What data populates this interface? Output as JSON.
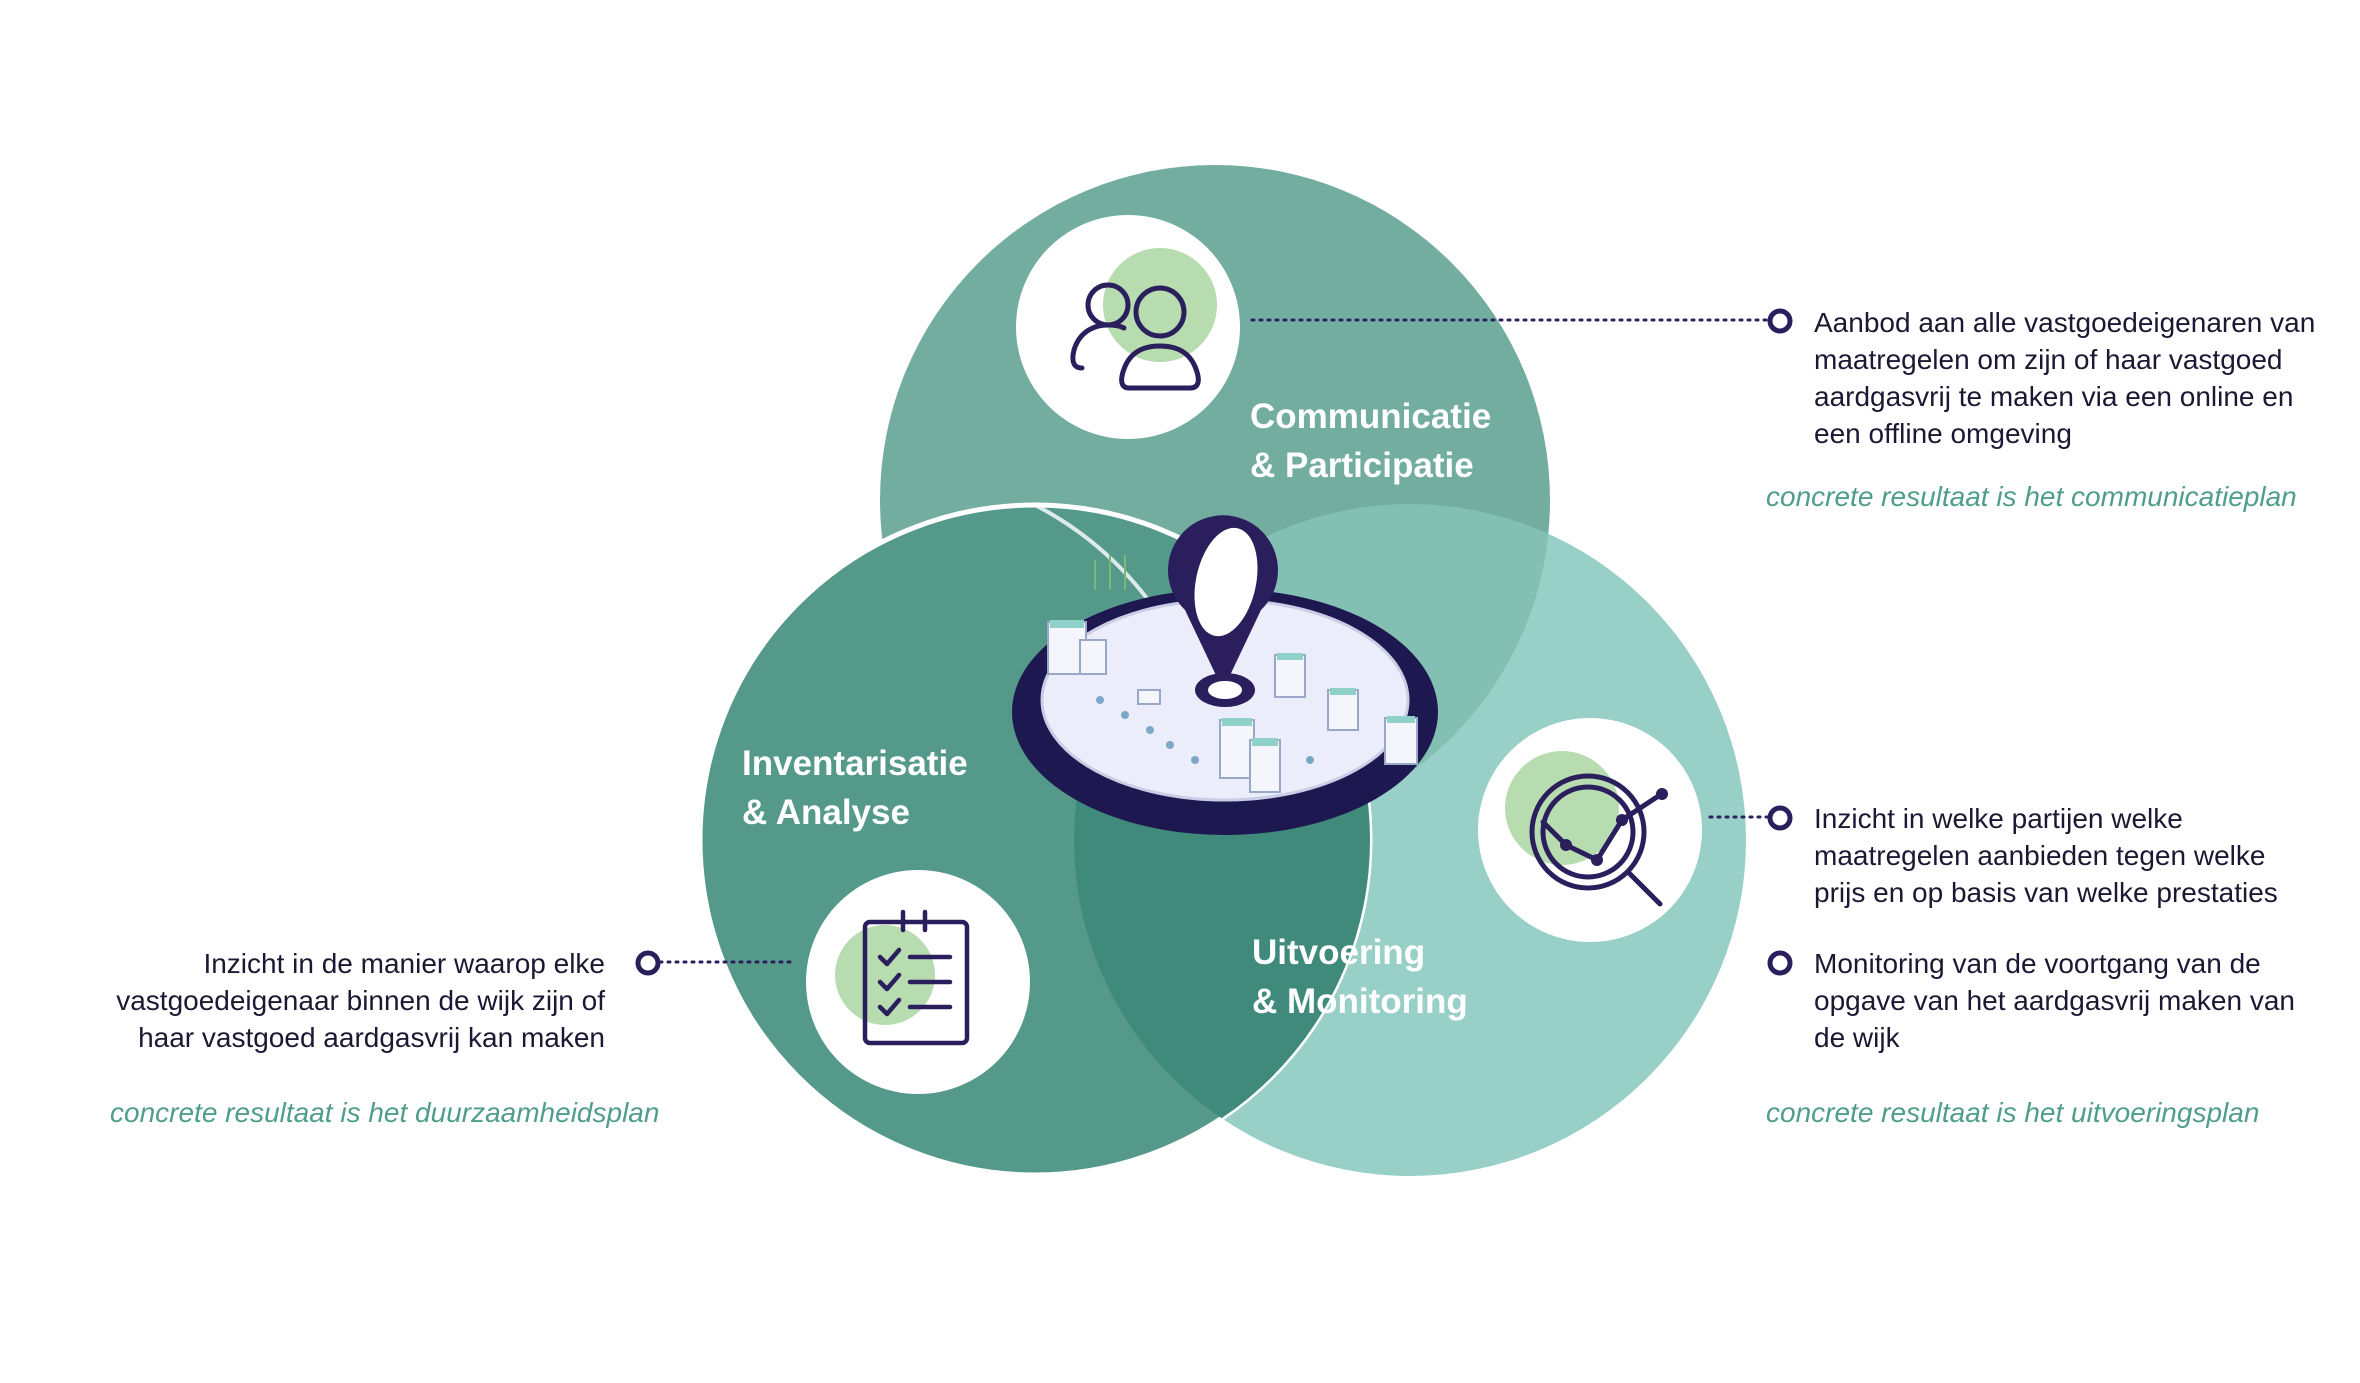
{
  "colors": {
    "circle_top": "#72ad9f",
    "circle_left": "#55998a",
    "circle_right": "#98cfc6",
    "overlap": "#408a7b",
    "accent_green": "#b7dcb0",
    "navy": "#2a1f5c",
    "text": "#1c1833",
    "result_text": "#4f9d8c"
  },
  "circles": {
    "communicatie": {
      "line1": "Communicatie",
      "line2": "& Participatie",
      "icon": "people-icon"
    },
    "inventarisatie": {
      "line1": "Inventarisatie",
      "line2": "& Analyse",
      "icon": "checklist-icon"
    },
    "uitvoering": {
      "line1": "Uitvoering",
      "line2": "& Monitoring",
      "icon": "magnifier-chart-icon"
    }
  },
  "center": {
    "icon": "location-pin-icon",
    "illustration": "neighborhood-illustration"
  },
  "annotations": {
    "communicatie": {
      "lines": [
        "Aanbod aan alle vastgoedeigenaren van",
        "maatregelen om zijn of haar vastgoed",
        "aardgasvrij te maken via een online en",
        "een offline omgeving"
      ],
      "result": "concrete resultaat is het communicatieplan"
    },
    "inventarisatie": {
      "lines": [
        "Inzicht in de manier waarop elke",
        "vastgoedeigenaar binnen de wijk zijn of",
        "haar vastgoed aardgasvrij kan maken"
      ],
      "result": "concrete resultaat is het duurzaamheidsplan"
    },
    "uitvoering": {
      "item1_lines": [
        "Inzicht in welke partijen welke",
        "maatregelen aanbieden tegen welke",
        "prijs en op basis van welke prestaties"
      ],
      "item2_lines": [
        "Monitoring van de voortgang van de",
        "opgave van het aardgasvrij maken van",
        "de wijk"
      ],
      "result": "concrete resultaat is het uitvoeringsplan"
    }
  }
}
